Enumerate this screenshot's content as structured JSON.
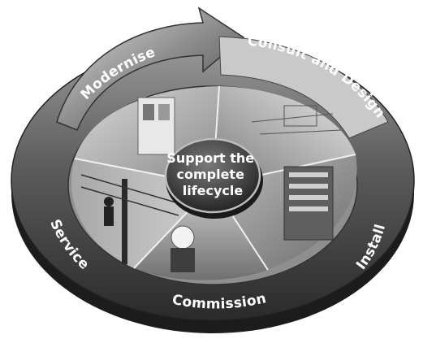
{
  "diagram": {
    "center": {
      "lines": [
        "Support the",
        "complete",
        "lifecycle"
      ]
    },
    "stages": [
      {
        "id": "consult",
        "label": "Consult and Design"
      },
      {
        "id": "install",
        "label": "Install"
      },
      {
        "id": "commission",
        "label": "Commission"
      },
      {
        "id": "service",
        "label": "Service"
      },
      {
        "id": "modernise",
        "label": "Modernise"
      }
    ],
    "colors": {
      "ring_dark": "#3a3a3a",
      "ring_mid": "#6e6e6e",
      "ring_light": "#bdbdbd",
      "center_disc": "#4a4a4a",
      "photo_tone": "#9a9a9a"
    }
  }
}
